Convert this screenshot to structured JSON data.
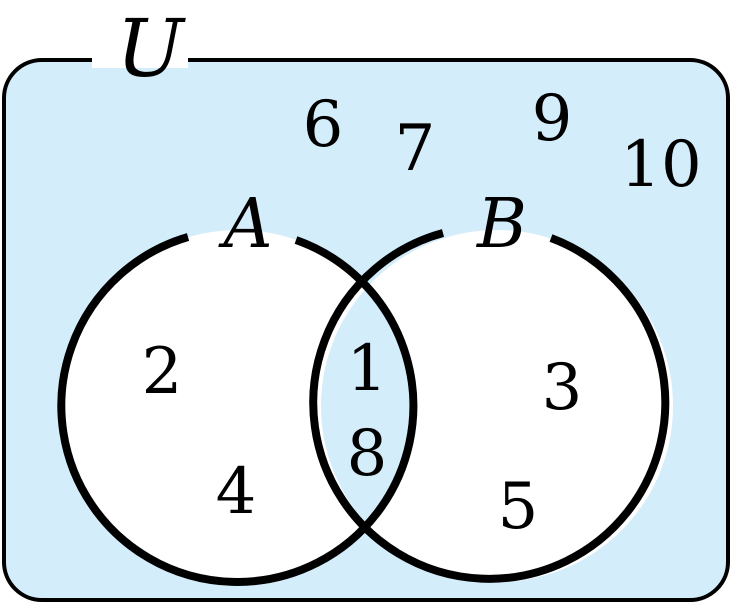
{
  "universe": {
    "label": "U",
    "elements_outside": [
      "6",
      "7",
      "9",
      "10"
    ]
  },
  "set_a": {
    "label": "A",
    "only_elements": [
      "2",
      "4"
    ]
  },
  "set_b": {
    "label": "B",
    "only_elements": [
      "3",
      "5"
    ]
  },
  "intersection": {
    "elements": [
      "1",
      "8"
    ]
  },
  "colors": {
    "universe_fill": "#d4edfb",
    "set_fill": "#ffffff",
    "intersection_fill": "#d4edfb",
    "stroke": "#000000",
    "text": "#000000"
  }
}
